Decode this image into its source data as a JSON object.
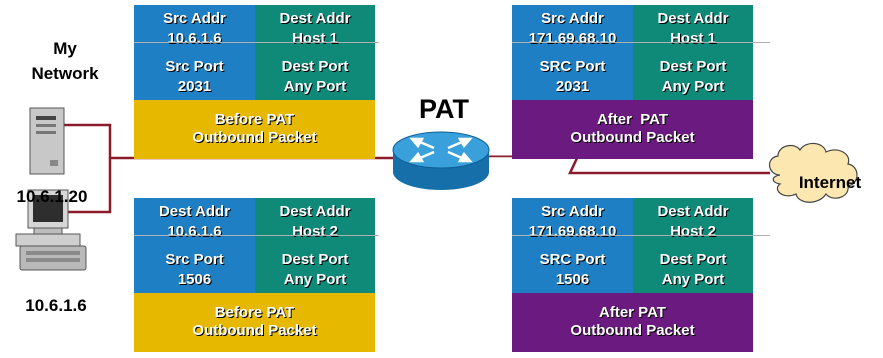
{
  "labels": {
    "my_network": "My\nNetwork",
    "host_server_ip": "10.6.1.20",
    "host_pc_ip": "10.6.1.6",
    "pat": "PAT",
    "internet": "Internet"
  },
  "packets": [
    {
      "cells": [
        [
          "Src Addr",
          "10.6.1.6"
        ],
        [
          "Dest Addr",
          "Host 1"
        ],
        [
          "Src Port",
          "2031"
        ],
        [
          "Dest Port",
          "Any Port"
        ]
      ],
      "footer": [
        "Before PAT",
        "Outbound Packet"
      ]
    },
    {
      "cells": [
        [
          "Src Addr",
          "171.69.68.10"
        ],
        [
          "Dest Addr",
          "Host 1"
        ],
        [
          "SRC Port",
          "2031"
        ],
        [
          "Dest Port",
          "Any Port"
        ]
      ],
      "footer": [
        "After  PAT",
        "Outbound Packet"
      ]
    },
    {
      "cells": [
        [
          "Dest Addr",
          "10.6.1.6"
        ],
        [
          "Dest Addr",
          "Host 2"
        ],
        [
          "Src Port",
          "1506"
        ],
        [
          "Dest Port",
          "Any Port"
        ]
      ],
      "footer": [
        "Before PAT",
        "Outbound Packet"
      ]
    },
    {
      "cells": [
        [
          "Src Addr",
          "171.69.68.10"
        ],
        [
          "Dest Addr",
          "Host 2"
        ],
        [
          "SRC Port",
          "1506"
        ],
        [
          "Dest Port",
          "Any Port"
        ]
      ],
      "footer": [
        "After PAT",
        "Outbound Packet"
      ]
    }
  ],
  "colors": {
    "src_cell": "#1f7fc4",
    "dest_cell": "#0f8a78",
    "before_footer": "#e6b800",
    "after_footer": "#6b1a80",
    "link": "#8b1a2a",
    "router": "#1e88c8",
    "cloud": "#fde7b0"
  }
}
